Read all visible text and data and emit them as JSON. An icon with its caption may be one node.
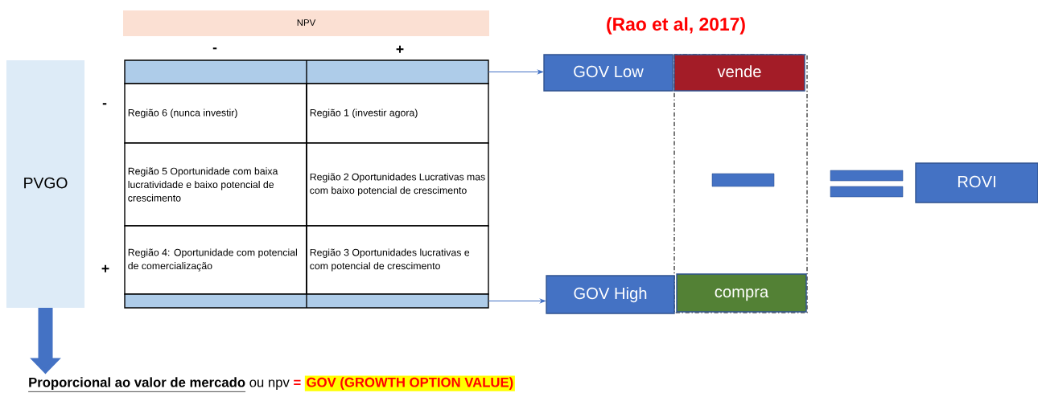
{
  "diagram": {
    "nodes": [
      {
        "text": [
          "NPV"
        ]
      },
      {
        "text": [
          "PVGO"
        ]
      },
      {
        "text": [],
        "shape": "bar"
      },
      {
        "text": [
          "Região 6 (nunca investir)"
        ]
      },
      {
        "text": [
          "Região 1 (investir agora)"
        ]
      },
      {
        "text": [
          "Região 5 Oportunidade com baixa lucratividade e baixo potencial de crescimento"
        ]
      },
      {
        "text": [
          "Região 2 Oportunidades Lucrativas mas com baixo potencial de crescimento"
        ]
      },
      {
        "text": [
          "Região 4: Oportunidade com potencial de comercialização"
        ]
      },
      {
        "text": [
          "Região 3 Oportunidades lucrativas e com potencial de crescimento"
        ]
      },
      {
        "text": [],
        "shape": "bar"
      },
      {
        "text": [
          "GOV Low"
        ]
      },
      {
        "text": [
          "vende"
        ]
      },
      {
        "text": [
          "GOV High"
        ]
      },
      {
        "text": [
          "compra"
        ]
      },
      {
        "text": [
          "ROVI"
        ]
      },
      {
        "text": [
          "Proporcional ao valor de mercado",
          "ou npv",
          "=",
          "GOV (GROWTH OPTION VALUE)"
        ]
      }
    ],
    "edges": [
      {
        "from": 2,
        "to": 10,
        "arrow": "to"
      },
      {
        "from": 9,
        "to": 12,
        "arrow": "to"
      },
      {
        "from": 1,
        "to": 15,
        "arrow": "to",
        "style": "thick"
      }
    ],
    "labels": [
      "-",
      "+",
      "-",
      "+",
      "(Rao et al, 2017)"
    ]
  }
}
